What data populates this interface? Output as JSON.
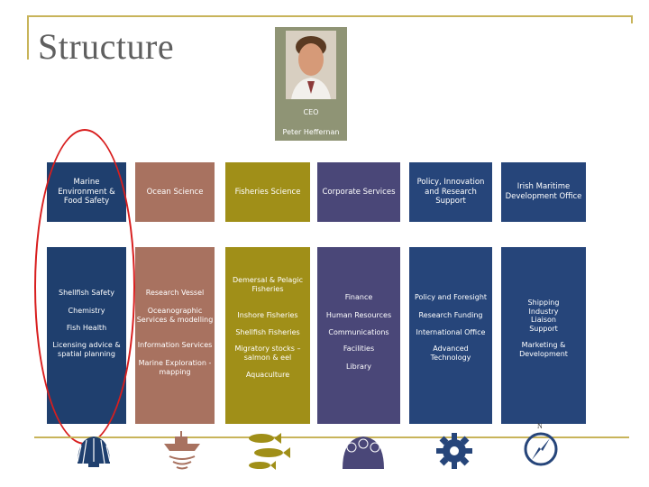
{
  "title": "Structure",
  "ceo": {
    "role": "CEO",
    "name": "Peter Heffernan"
  },
  "colors": {
    "blue": "#1f3f6e",
    "brown": "#a87260",
    "olive": "#a08f18",
    "purple": "#4a4778",
    "navy": "#26457a",
    "gold": "#c8b45a",
    "red_oval": "#d81e1e"
  },
  "columns": [
    {
      "header": "Marine Environment & Food Safety",
      "items": [
        "Shellfish Safety",
        "Chemistry",
        "Fish Health",
        "Licensing advice & spatial planning"
      ]
    },
    {
      "header": "Ocean Science",
      "items": [
        "Research Vessel",
        "Oceanographic Services & modelling",
        "Information Services",
        "Marine Exploration - mapping"
      ]
    },
    {
      "header": "Fisheries Science",
      "items": [
        "Demersal & Pelagic Fisheries",
        "Inshore Fisheries",
        "Shellfish Fisheries",
        "Migratory stocks – salmon & eel",
        "Aquaculture"
      ]
    },
    {
      "header": "Corporate Services",
      "items": [
        "Finance",
        "Human Resources",
        "Communications",
        "Facilities",
        "Library"
      ]
    },
    {
      "header": "Policy, Innovation and Research Support",
      "items": [
        "Policy and Foresight",
        "Research Funding",
        "International Office",
        "Advanced Technology"
      ]
    },
    {
      "header": "Irish Maritime Development Office",
      "items": [
        "Shipping Industry Liaison Support",
        "Marketing & Development"
      ]
    }
  ],
  "footer_icons": [
    "shell-icon",
    "research-vessel-icon",
    "fish-icon",
    "people-group-icon",
    "gear-icon",
    "compass-icon"
  ],
  "compass_label": "N"
}
